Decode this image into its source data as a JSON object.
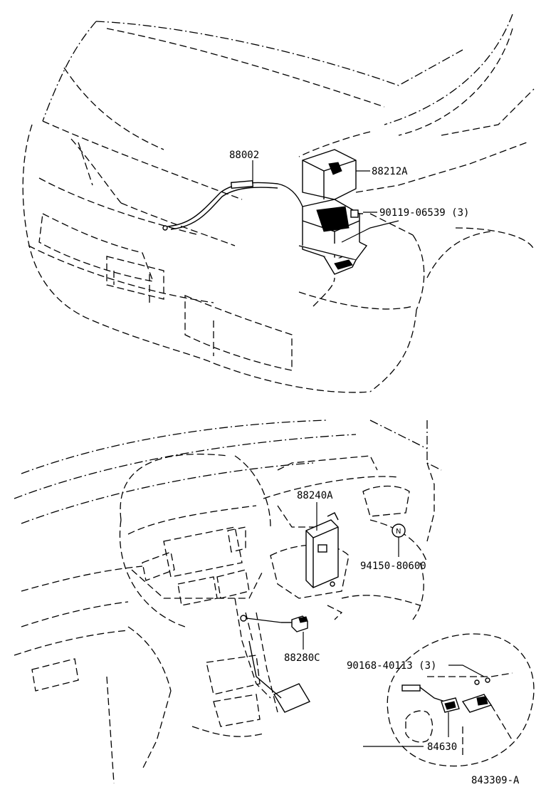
{
  "labels": {
    "cable": "88002",
    "actuator_cover": "88212A",
    "bolt": "90119-06539 (3)",
    "computer": "88240A",
    "nut_symbol": "N",
    "nut": "94150-80600",
    "switch": "88280C",
    "screw": "90168-40113 (3)",
    "main_switch": "84630"
  },
  "reference_code": "843309-A"
}
